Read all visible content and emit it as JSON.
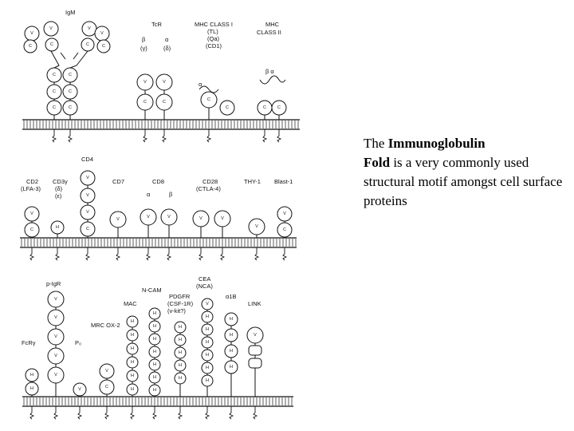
{
  "caption": {
    "bold_line1": "Immunoglobulin",
    "prefix": "The",
    "bold_line2": "Fold",
    "rest": "is a very commonly used structural motif amongst cell surface proteins"
  },
  "panel1": {
    "labels": [
      {
        "text": "IgM"
      },
      {
        "text": "TcR"
      },
      {
        "text": "MHC CLASS I"
      },
      {
        "text": "(TL)"
      },
      {
        "text": "(Qa)"
      },
      {
        "text": "(CD1)"
      },
      {
        "text": "MHC"
      },
      {
        "text": "CLASS II"
      },
      {
        "text": "β"
      },
      {
        "text": "α"
      },
      {
        "text": "(γ)"
      },
      {
        "text": "(δ)"
      },
      {
        "text": "α"
      },
      {
        "text": "β α"
      }
    ]
  },
  "panel2": {
    "labels": [
      {
        "text": "CD4"
      },
      {
        "text": "CD2"
      },
      {
        "text": "(LFA-3)"
      },
      {
        "text": "CD3γ"
      },
      {
        "text": "(δ)"
      },
      {
        "text": "(ε)"
      },
      {
        "text": "CD7"
      },
      {
        "text": "CD8"
      },
      {
        "text": "α"
      },
      {
        "text": "β"
      },
      {
        "text": "CD28"
      },
      {
        "text": "(CTLA-4)"
      },
      {
        "text": "THY-1"
      },
      {
        "text": "Blast-1"
      }
    ]
  },
  "panel3": {
    "labels": [
      {
        "text": "p-IgR"
      },
      {
        "text": "CEA"
      },
      {
        "text": "(NCA)"
      },
      {
        "text": "N-CAM"
      },
      {
        "text": "PDGFR"
      },
      {
        "text": "(CSF-1R)"
      },
      {
        "text": "(v-kit?)"
      },
      {
        "text": "α1B"
      },
      {
        "text": "LINK"
      },
      {
        "text": "MAC"
      },
      {
        "text": "MRC OX-2"
      },
      {
        "text": "FcRγ"
      },
      {
        "text": "P₀"
      }
    ]
  },
  "domain_letters": {
    "v": "V",
    "c": "C",
    "h": "H"
  }
}
